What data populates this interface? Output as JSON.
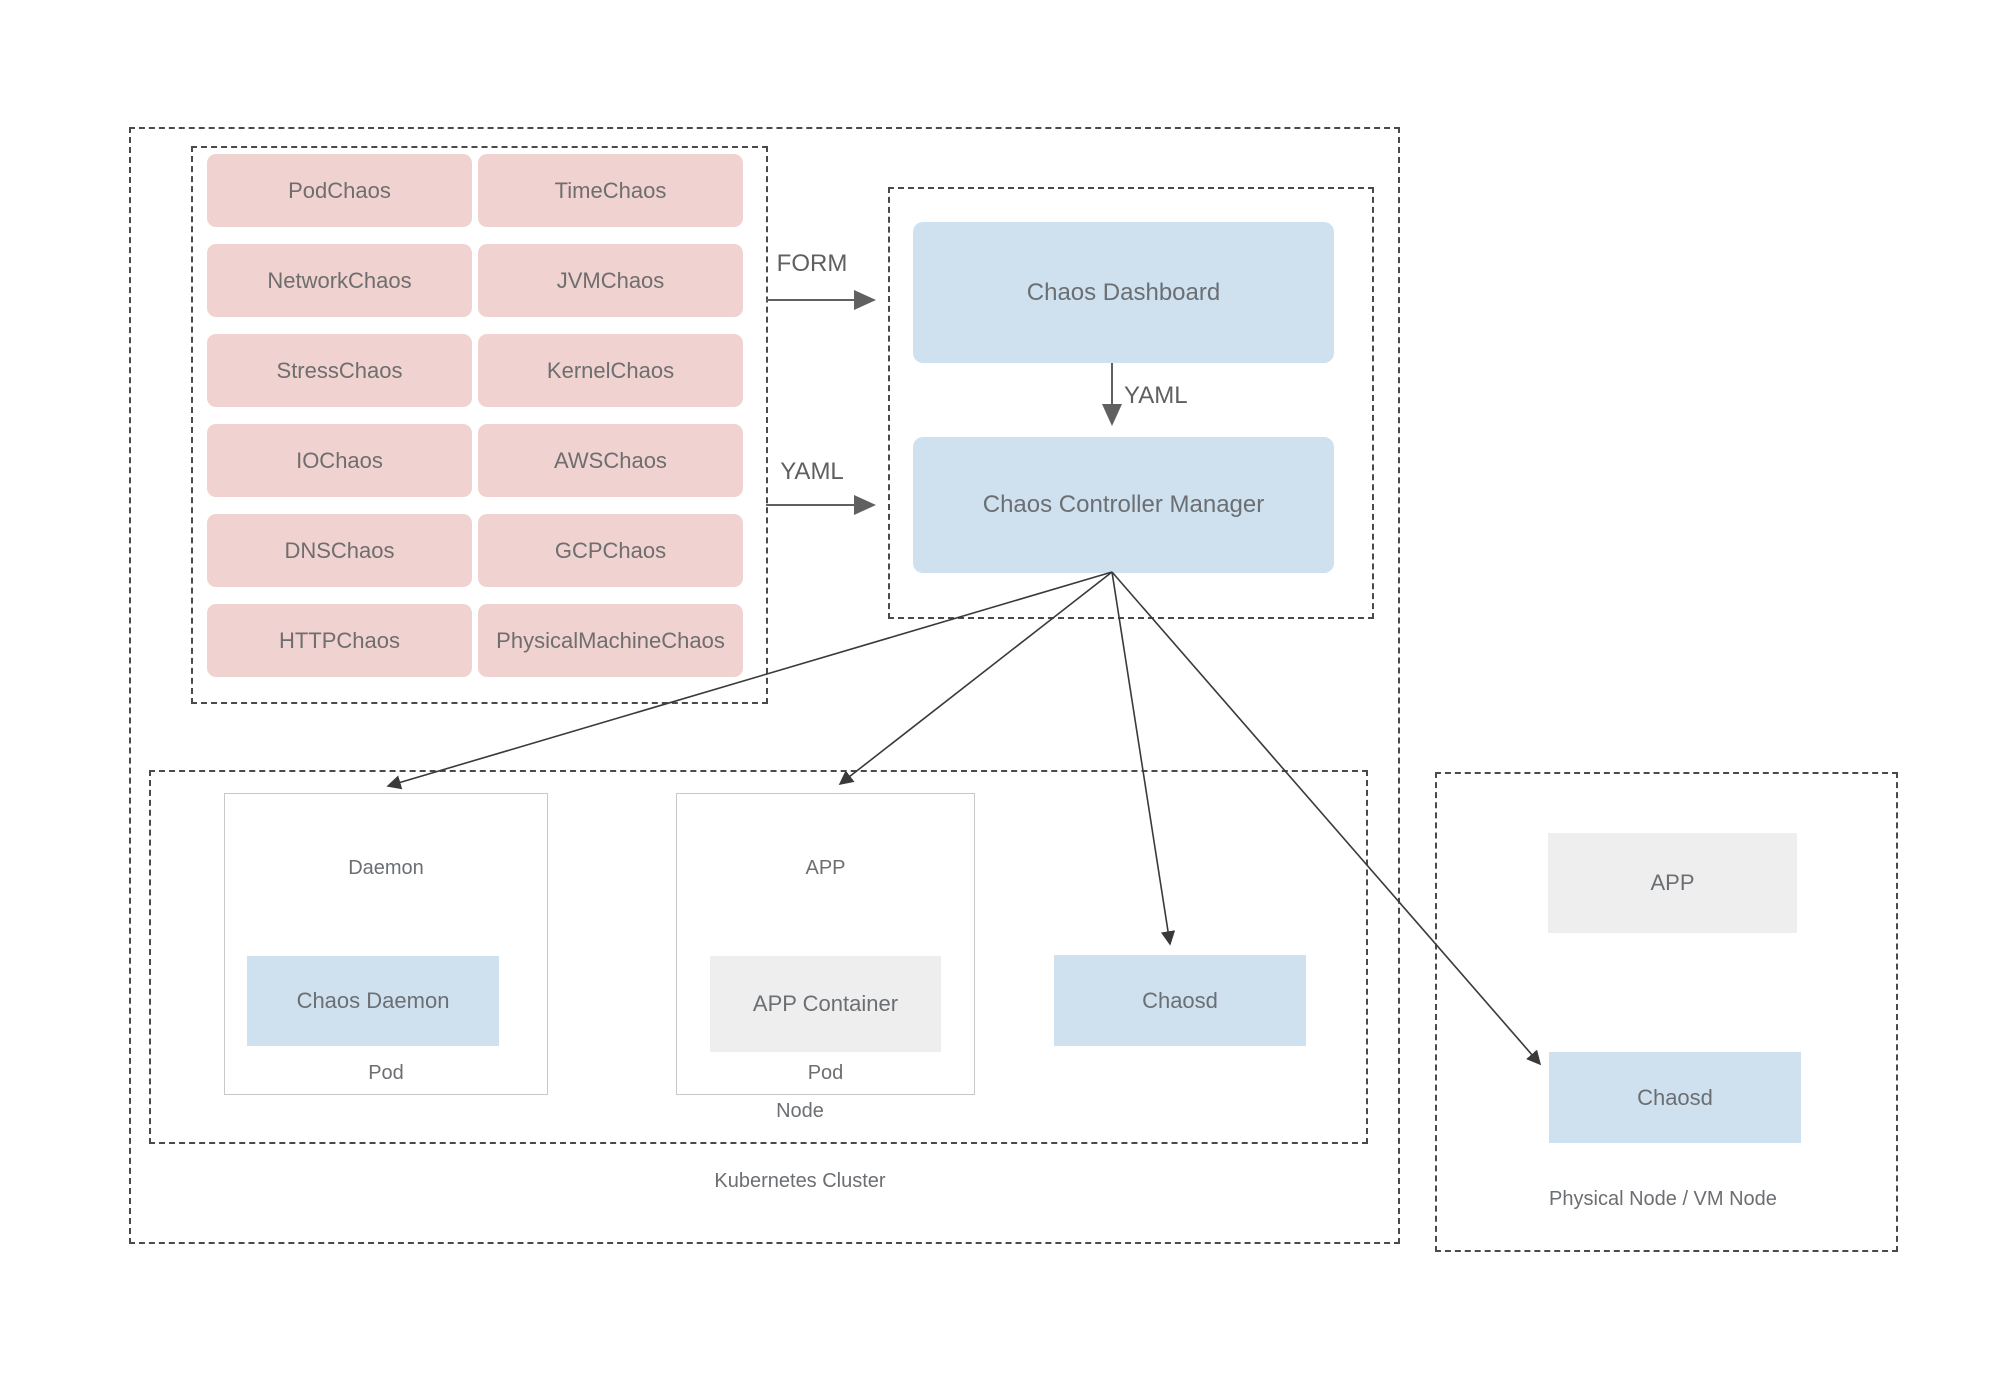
{
  "diagram": {
    "chaos_types": [
      "PodChaos",
      "TimeChaos",
      "NetworkChaos",
      "JVMChaos",
      "StressChaos",
      "KernelChaos",
      "IOChaos",
      "AWSChaos",
      "DNSChaos",
      "GCPChaos",
      "HTTPChaos",
      "PhysicalMachineChaos"
    ],
    "flow_labels": {
      "form": "FORM",
      "yaml_to_dashboard": "YAML",
      "yaml_dashboard_to_controller": "YAML"
    },
    "control_plane": {
      "dashboard": "Chaos Dashboard",
      "controller_manager": "Chaos Controller Manager"
    },
    "kubernetes": {
      "cluster_label": "Kubernetes Cluster",
      "node_label": "Node",
      "daemon_pod": {
        "title": "Daemon",
        "container": "Chaos Daemon",
        "pod_label": "Pod"
      },
      "app_pod": {
        "title": "APP",
        "container": "APP Container",
        "pod_label": "Pod"
      },
      "chaosd": "Chaosd"
    },
    "physical_node": {
      "app": "APP",
      "chaosd": "Chaosd",
      "label": "Physical Node / VM Node"
    },
    "colors": {
      "pink": "#f0d2d0",
      "blue": "#cfe0ef",
      "gray": "#eeeeee"
    }
  }
}
